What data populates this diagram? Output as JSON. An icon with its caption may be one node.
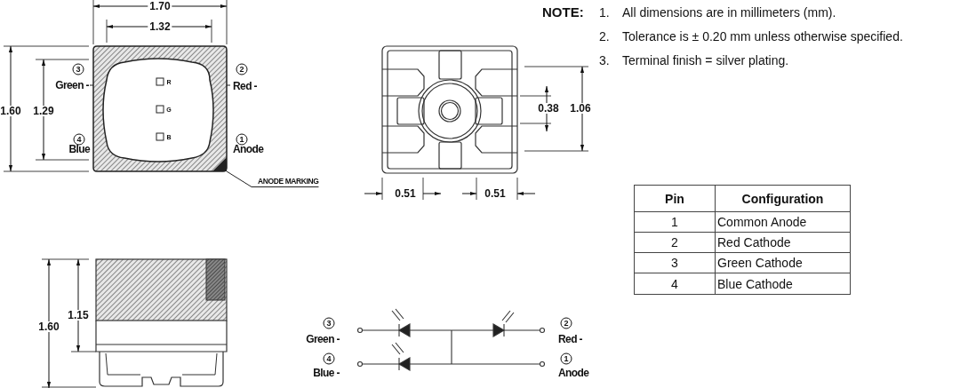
{
  "diagram": {
    "nodes": [
      {
        "text": [
          "ANODE MARKING"
        ]
      },
      {
        "text": [],
        "shape": "triangle"
      }
    ],
    "edges": [
      {
        "from": 0,
        "to": 1,
        "arrow": "none"
      }
    ],
    "labels": [
      "1.70",
      "1.32",
      "1.60",
      "1.29",
      "3",
      "Green -",
      "R",
      "2",
      "Red -",
      "G",
      "4",
      "Blue",
      "1",
      "Anode",
      "B",
      "0.38",
      "1.06",
      "0.51",
      "0.51",
      "NOTE:",
      "1.",
      "All dimensions are in millimeters (mm).",
      "2.",
      "Tolerance is ± 0.20 mm unless otherwise specified.",
      "3.",
      "Terminal finish = silver plating.",
      "Pin",
      "Configuration",
      "1",
      "Common Anode",
      "2",
      "Red Cathode",
      "3",
      "Green Cathode",
      "4",
      "Blue Cathode",
      "1.60",
      "1.15",
      "3",
      "Green -",
      "2",
      "Red -",
      "4",
      "Blue -",
      "1",
      "Anode"
    ]
  }
}
